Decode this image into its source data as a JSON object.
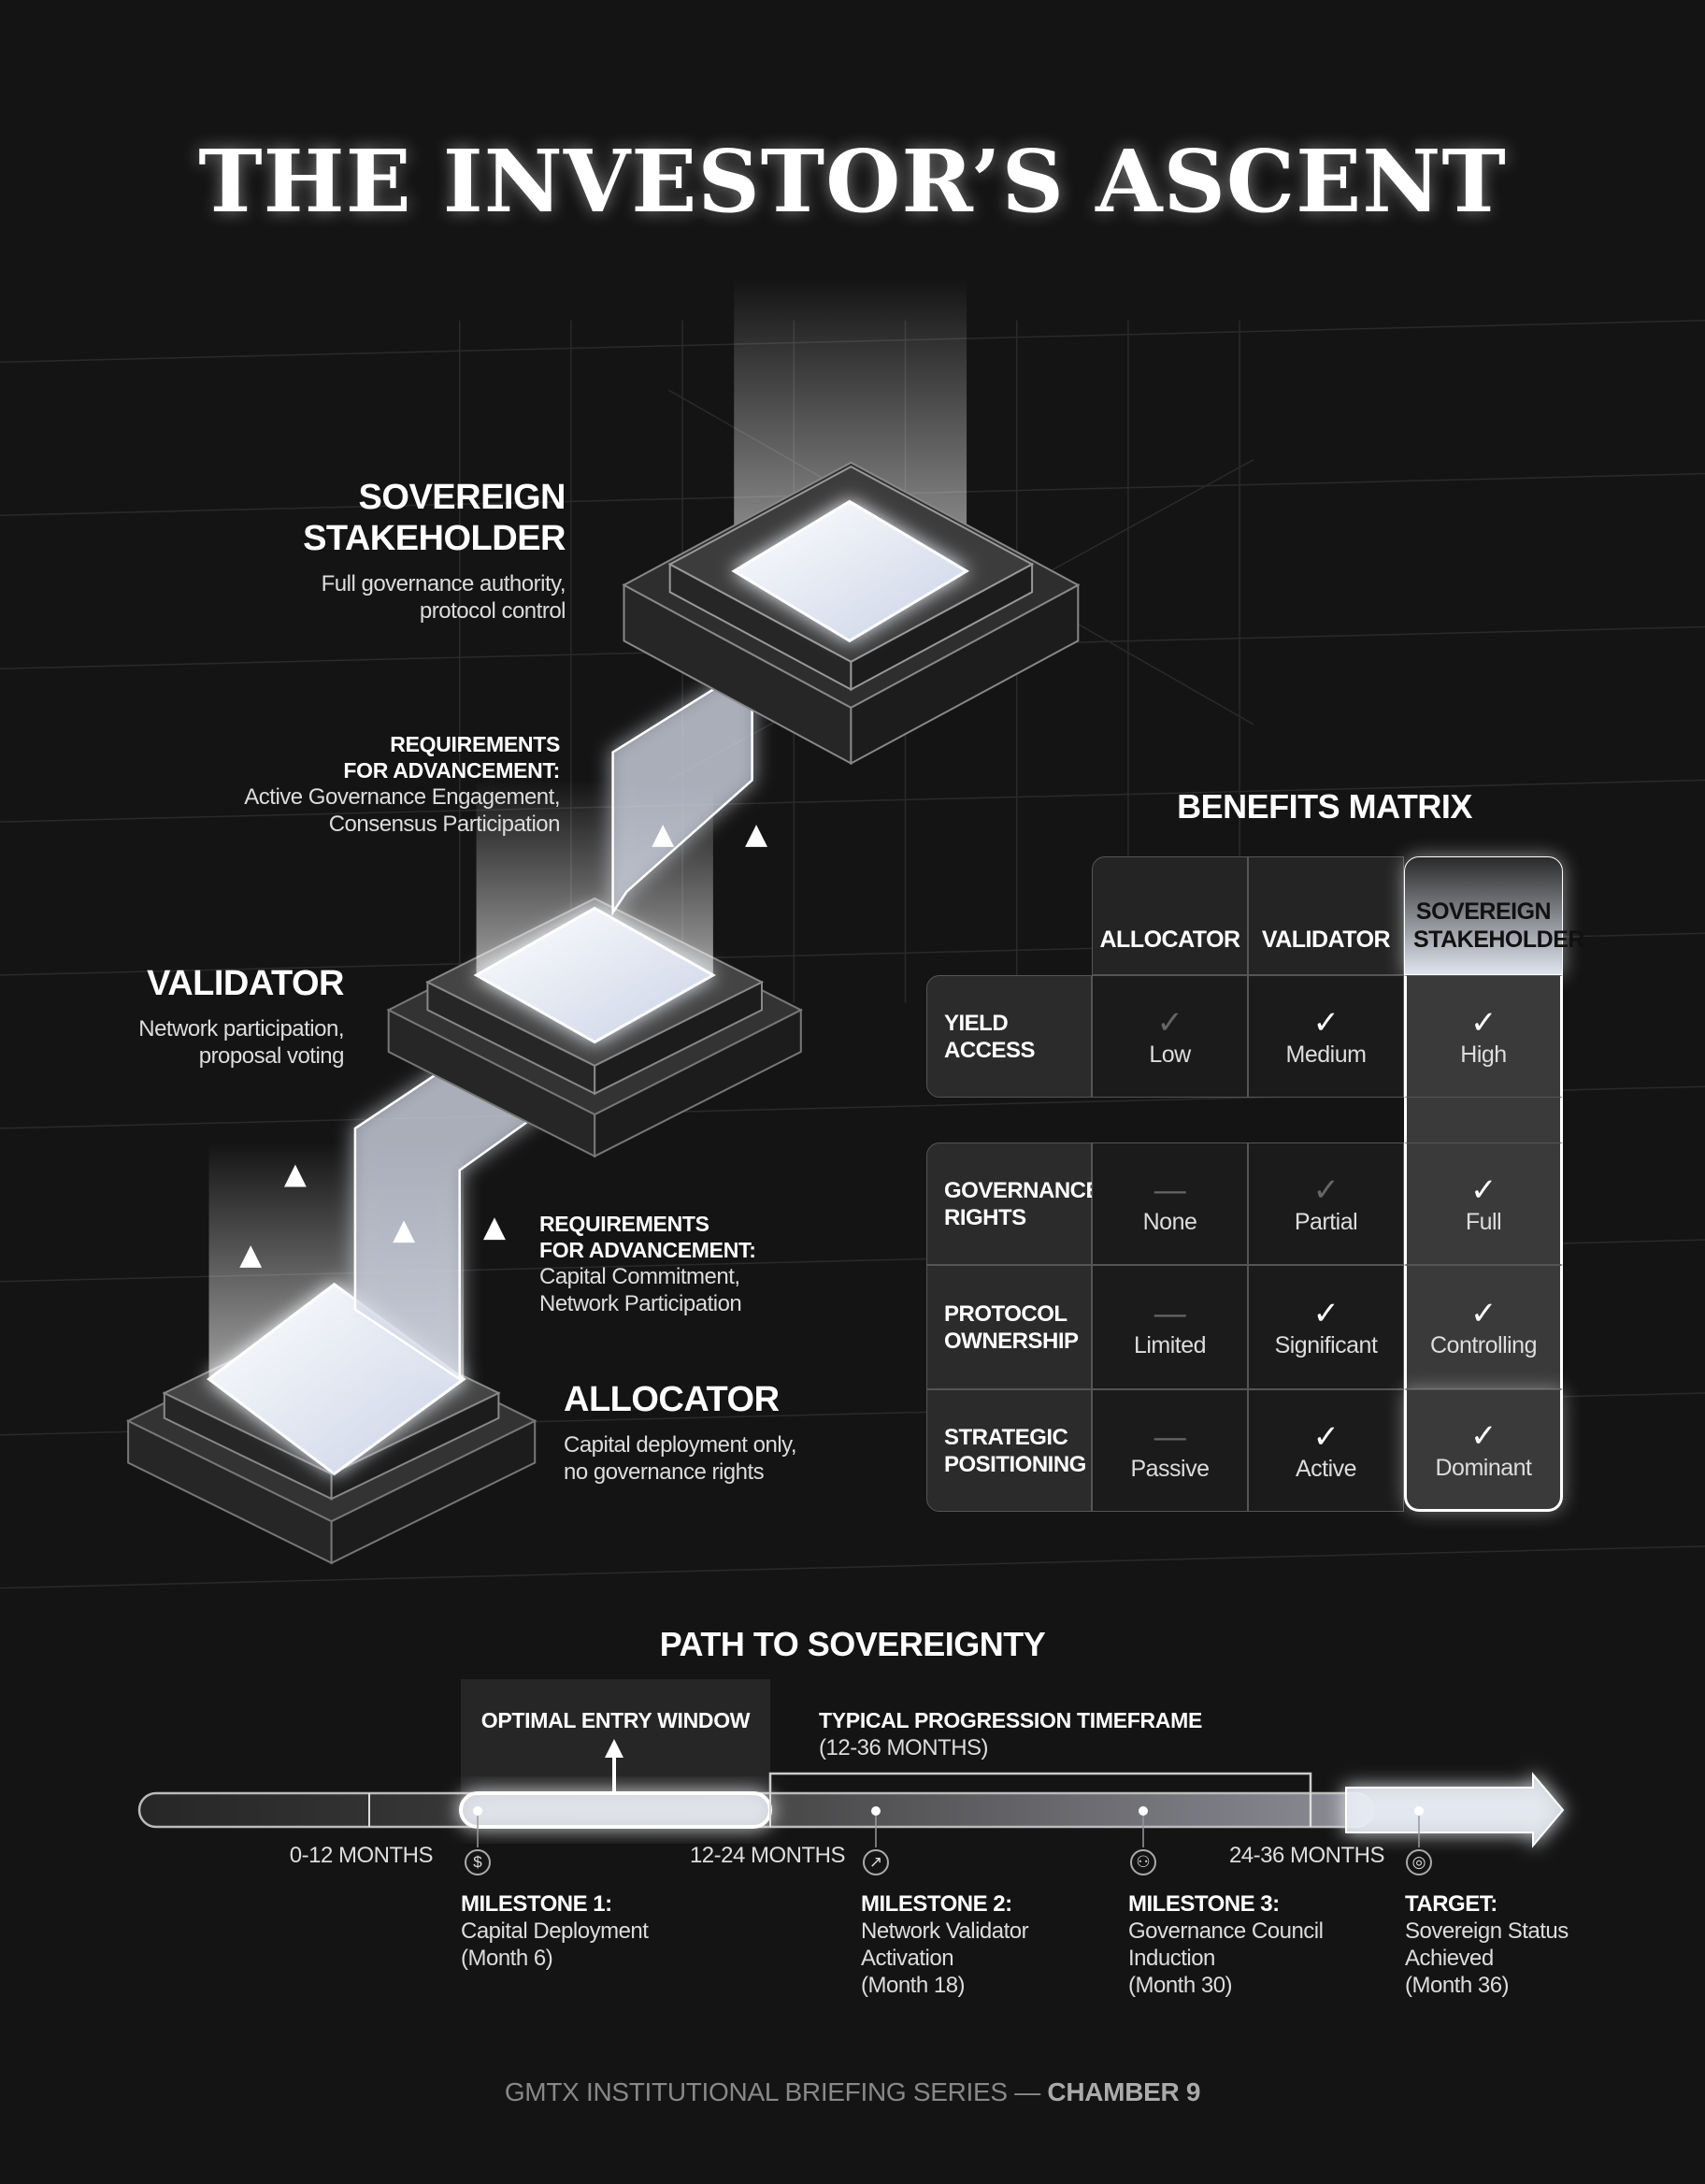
{
  "title": "THE INVESTOR’S ASCENT",
  "levels": {
    "sovereign": {
      "name_line1": "SOVEREIGN",
      "name_line2": "STAKEHOLDER",
      "desc_line1": "Full governance authority,",
      "desc_line2": "protocol control"
    },
    "validator": {
      "name": "VALIDATOR",
      "desc_line1": "Network participation,",
      "desc_line2": "proposal voting"
    },
    "allocator": {
      "name": "ALLOCATOR",
      "desc_line1": "Capital deployment only,",
      "desc_line2": "no governance rights"
    }
  },
  "requirements": [
    {
      "line1": "REQUIREMENTS",
      "line2": "FOR ADVANCEMENT:",
      "detail1": "Active Governance Engagement,",
      "detail2": "Consensus Participation"
    },
    {
      "line1": "REQUIREMENTS",
      "line2": "FOR ADVANCEMENT:",
      "detail1": "Capital Commitment,",
      "detail2": "Network Participation"
    }
  ],
  "matrix": {
    "title": "BENEFITS MATRIX",
    "columns": [
      "ALLOCATOR",
      "VALIDATOR",
      "SOVEREIGN STAKEHOLDER"
    ],
    "rows": [
      {
        "label": "YIELD ACCESS",
        "cells": [
          {
            "mark": "check-dim",
            "value": "Low"
          },
          {
            "mark": "check",
            "value": "Medium"
          },
          {
            "mark": "check",
            "value": "High"
          }
        ]
      },
      {
        "label": "GOVERNANCE RIGHTS",
        "cells": [
          {
            "mark": "dash",
            "value": "None"
          },
          {
            "mark": "check-dim",
            "value": "Partial"
          },
          {
            "mark": "check",
            "value": "Full"
          }
        ]
      },
      {
        "label": "PROTOCOL OWNERSHIP",
        "cells": [
          {
            "mark": "dash",
            "value": "Limited"
          },
          {
            "mark": "check",
            "value": "Significant"
          },
          {
            "mark": "check",
            "value": "Controlling"
          }
        ]
      },
      {
        "label": "STRATEGIC POSITIONING",
        "cells": [
          {
            "mark": "dash",
            "value": "Passive"
          },
          {
            "mark": "check",
            "value": "Active"
          },
          {
            "mark": "check",
            "value": "Dominant"
          }
        ]
      }
    ]
  },
  "timeline": {
    "title": "PATH TO SOVEREIGNTY",
    "optimal_window": "OPTIMAL ENTRY WINDOW",
    "progression_title": "TYPICAL PROGRESSION TIMEFRAME",
    "progression_range": "(12-36 MONTHS)",
    "periods": [
      "0-12 MONTHS",
      "12-24 MONTHS",
      "24-36 MONTHS"
    ],
    "milestones": [
      {
        "icon": "dollar-icon",
        "title": "MILESTONE 1:",
        "lines": [
          "Capital Deployment",
          "(Month 6)"
        ]
      },
      {
        "icon": "trend-arrow-icon",
        "title": "MILESTONE 2:",
        "lines": [
          "Network Validator",
          "Activation",
          "(Month 18)"
        ]
      },
      {
        "icon": "people-icon",
        "title": "MILESTONE 3:",
        "lines": [
          "Governance Council",
          "Induction",
          "(Month 30)"
        ]
      },
      {
        "icon": "target-icon",
        "title": "TARGET:",
        "lines": [
          "Sovereign Status",
          "Achieved",
          "(Month 36)"
        ]
      }
    ]
  },
  "footer": {
    "prefix": "GMTX INSTITUTIONAL BRIEFING SERIES — ",
    "chamber": "CHAMBER 9"
  }
}
